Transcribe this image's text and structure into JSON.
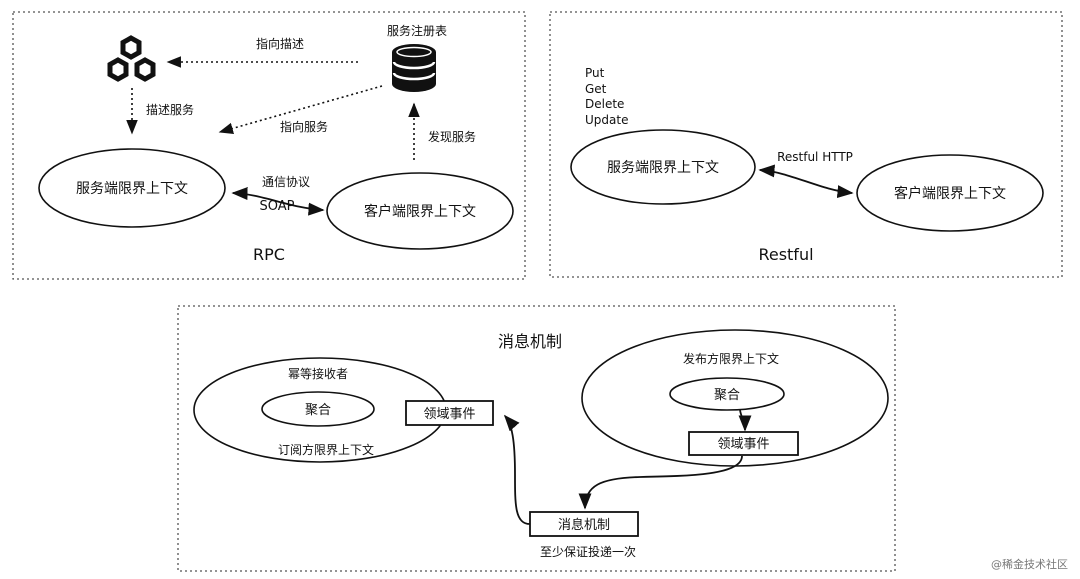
{
  "rpc": {
    "caption": "RPC",
    "registry_label": "服务注册表",
    "arrow_describe_pointer": "指向描述",
    "arrow_describe_service": "描述服务",
    "arrow_point_service": "指向服务",
    "arrow_discover_service": "发现服务",
    "server_context": "服务端限界上下文",
    "client_context": "客户端限界上下文",
    "protocol_label": "通信协议",
    "protocol_name": "SOAP",
    "icons": {
      "service": "hexagon-cluster-icon",
      "registry": "database-icon"
    }
  },
  "restful": {
    "caption": "Restful",
    "methods": [
      "Put",
      "Get",
      "Delete",
      "Update"
    ],
    "server_context": "服务端限界上下文",
    "client_context": "客户端限界上下文",
    "link_label": "Restful HTTP"
  },
  "messaging": {
    "title": "消息机制",
    "subscriber_top": "幂等接收者",
    "subscriber_aggregate": "聚合",
    "subscriber_context": "订阅方限界上下文",
    "domain_event_left": "领域事件",
    "publisher_context": "发布方限界上下文",
    "publisher_aggregate": "聚合",
    "domain_event_right": "领域事件",
    "message_box": "消息机制",
    "delivery_note": "至少保证投递一次"
  },
  "watermark": "@稀金技术社区"
}
